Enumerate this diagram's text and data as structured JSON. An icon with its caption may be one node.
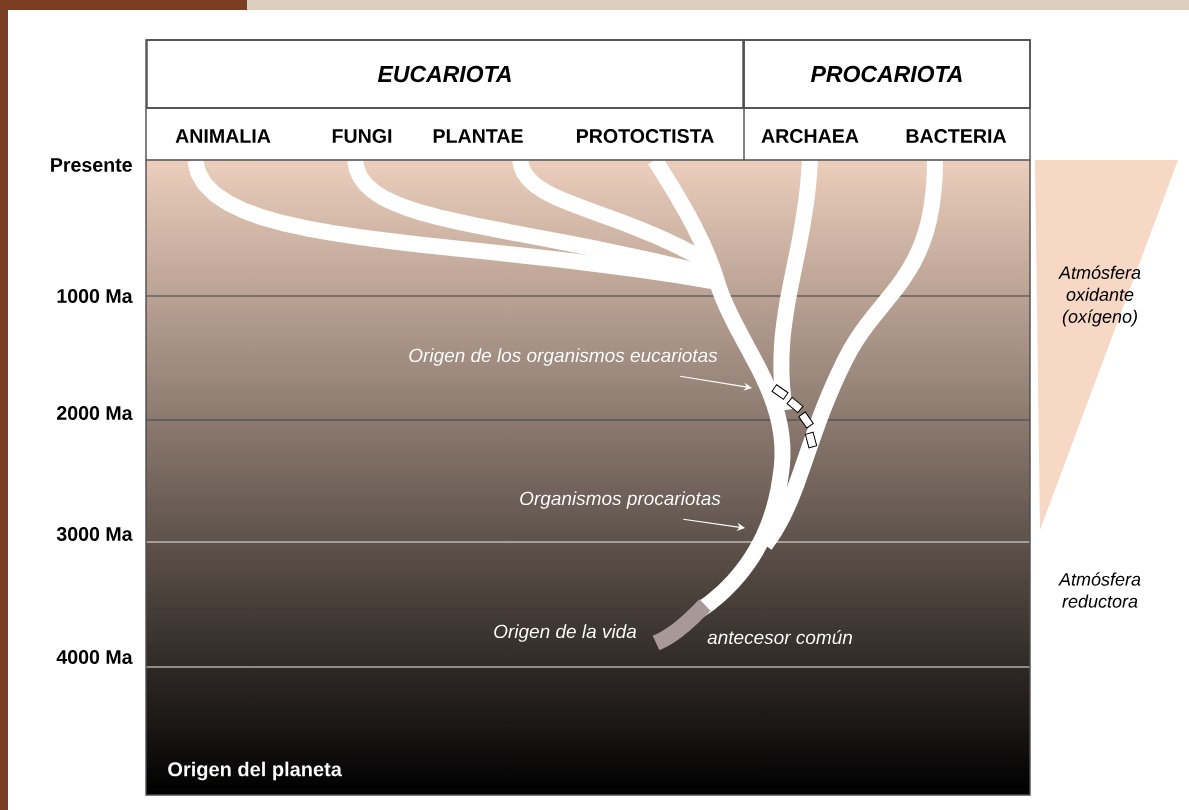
{
  "diagram": {
    "nodes": [
      {
        "text": [
          "EUCARIOTA"
        ]
      },
      {
        "text": [
          "PROCARIOTA"
        ]
      },
      {
        "text": [
          "ANIMALIA"
        ]
      },
      {
        "text": [
          "FUNGI"
        ]
      },
      {
        "text": [
          "PLANTAE"
        ]
      },
      {
        "text": [
          "PROTOCTISTA"
        ]
      },
      {
        "text": [
          "ARCHAEA"
        ]
      },
      {
        "text": [
          "BACTERIA"
        ]
      },
      {
        "text": [
          "Origen de los organismos eucariotas"
        ]
      },
      {
        "text": [
          "Organismos procariotas"
        ]
      }
    ],
    "edges": [
      {
        "from": 8,
        "to": null,
        "arrow": "to"
      },
      {
        "from": 9,
        "to": null,
        "arrow": "to"
      }
    ],
    "labels": [
      "Presente",
      "1000 Ma",
      "Atmósfera oxidante (oxígeno)",
      "2000 Ma",
      "3000 Ma",
      "Atmósfera reductora",
      "Origen de la vida",
      "antecesor común",
      "4000 Ma",
      "Origen del planeta"
    ]
  }
}
